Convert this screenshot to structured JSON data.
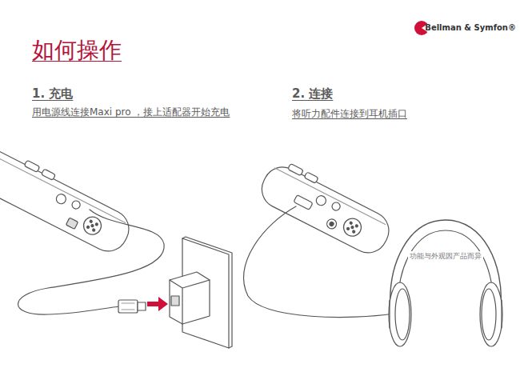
{
  "diagram": {
    "title": "如何操作",
    "labels": [
      "Bellman & Symfon®",
      "1. 充电",
      "用电源线连接Maxi pro ，接上适配器开始充电",
      "2. 连接",
      "将听力配件连接到耳机插口",
      "功能与外观因产品而异"
    ]
  }
}
